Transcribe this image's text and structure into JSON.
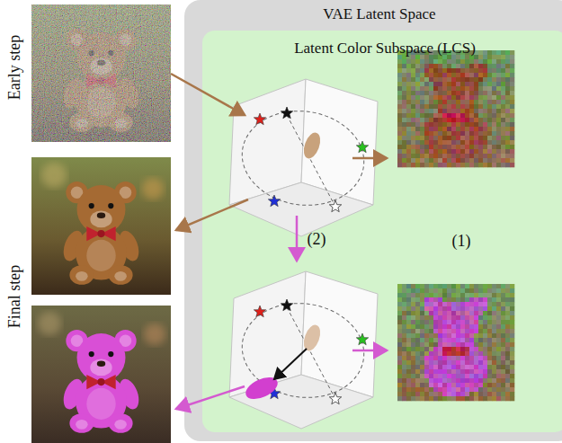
{
  "diagram": {
    "nodes": [
      {
        "text": [
          "VAE Latent Space"
        ]
      },
      {
        "text": [
          "Latent Color Subspace (LCS)"
        ],
        "in": 0
      }
    ],
    "labels": [
      "Early step",
      "Final step",
      "(2)",
      "(1)"
    ]
  }
}
